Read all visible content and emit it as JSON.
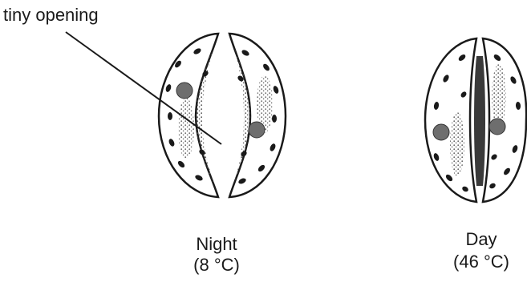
{
  "annotation": {
    "label": "tiny opening"
  },
  "stomata": [
    {
      "state": "open",
      "caption_line1": "Night",
      "caption_line2": "(8 °C)"
    },
    {
      "state": "closed",
      "caption_line1": "Day",
      "caption_line2": "(46 °C)"
    }
  ],
  "colors": {
    "ink": "#1a1a1a",
    "organelle": "#6e6e6e",
    "stipple": "#5a5a5a",
    "background": "#ffffff"
  }
}
